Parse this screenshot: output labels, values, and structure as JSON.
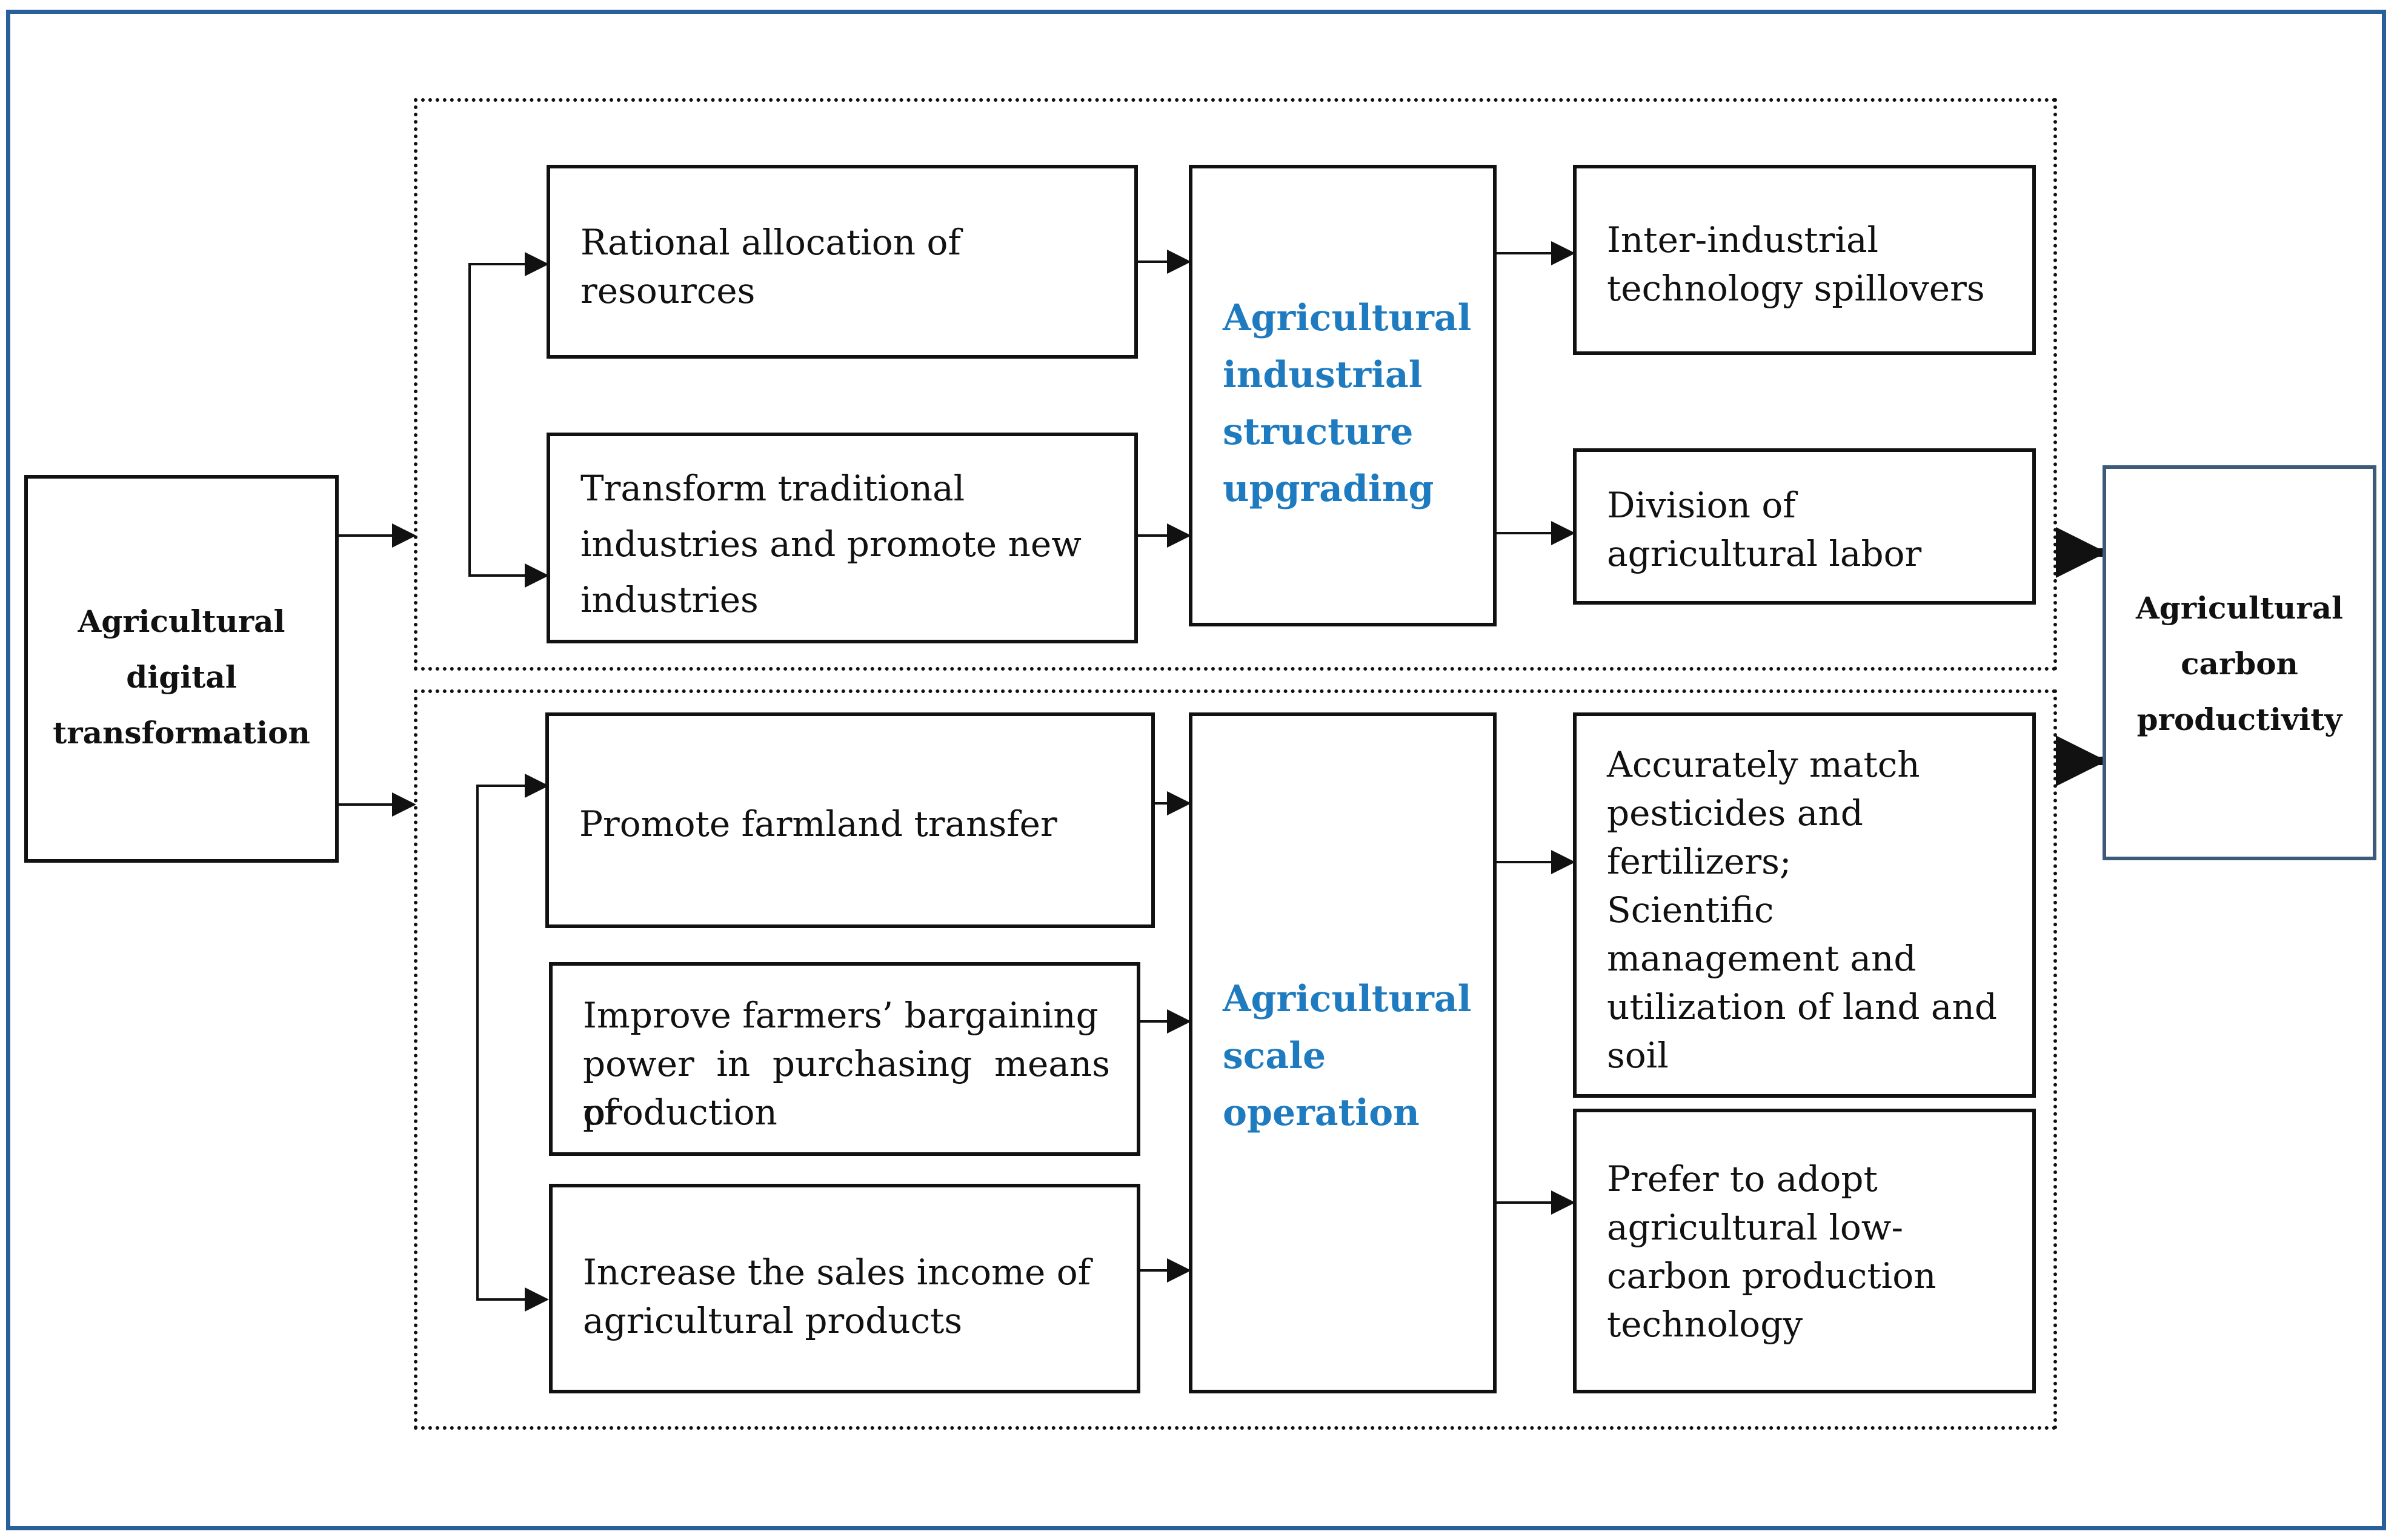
{
  "source": {
    "label": "Agricultural digital transformation",
    "lines": [
      "Agricultural",
      "digital",
      "transformation"
    ]
  },
  "upper_path": {
    "causes": [
      {
        "text": "Rational allocation of resources",
        "lines": [
          "Rational allocation of",
          "resources"
        ]
      },
      {
        "text": "Transform traditional industries and promote new industries",
        "lines": [
          "Transform traditional",
          "industries and promote new",
          "industries"
        ]
      }
    ],
    "mechanism": {
      "text": "Agricultural industrial structure upgrading",
      "lines": [
        "Agricultural",
        "industrial",
        "structure",
        "upgrading"
      ]
    },
    "effects": [
      {
        "text": "Inter-industrial technology spillovers",
        "lines": [
          "Inter-industrial",
          "technology spillovers"
        ]
      },
      {
        "text": "Division of agricultural labor",
        "lines": [
          "Division of",
          "agricultural labor"
        ]
      }
    ]
  },
  "lower_path": {
    "causes": [
      {
        "text": "Promote farmland transfer",
        "lines": [
          "Promote farmland transfer"
        ]
      },
      {
        "text": "Improve farmers’ bargaining power in purchasing means of production",
        "lines": [
          "Improve farmers’ bargaining",
          "power in purchasing means of",
          "production"
        ]
      },
      {
        "text": "Increase the sales income of agricultural products",
        "lines": [
          "Increase the sales income of",
          "agricultural products"
        ]
      }
    ],
    "mechanism": {
      "text": "Agricultural scale operation",
      "lines": [
        "Agricultural",
        "scale",
        "operation"
      ]
    },
    "effects": [
      {
        "text": "Accurately match pesticides and fertilizers; Scientific management and utilization of land and soil",
        "lines": [
          "Accurately match",
          "pesticides and",
          "fertilizers;",
          "Scientific",
          "management and",
          "utilization of land and",
          "soil"
        ]
      },
      {
        "text": "Prefer to adopt agricultural low-carbon production technology",
        "lines": [
          "Prefer to adopt",
          "agricultural low-",
          "carbon production",
          "technology"
        ]
      }
    ]
  },
  "outcome": {
    "label": "Agricultural carbon productivity",
    "lines": [
      "Agricultural",
      "carbon",
      "productivity"
    ]
  },
  "colors": {
    "frame": "#2a6099",
    "mechanism_text": "#1f7bbf",
    "outcome_border": "#3d5a78",
    "lines": "#111111"
  }
}
